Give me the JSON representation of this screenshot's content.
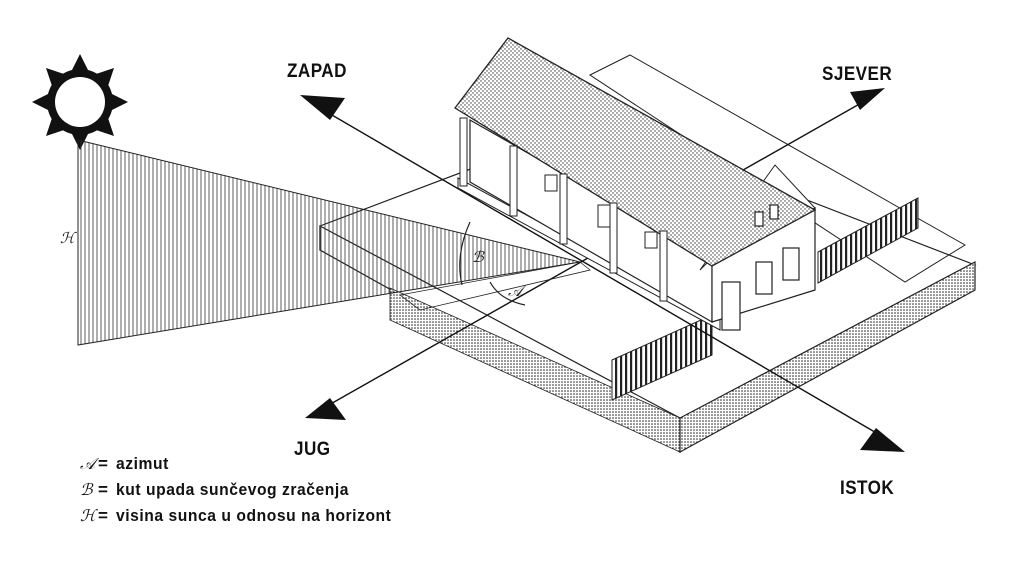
{
  "directions": {
    "west": "ZAPAD",
    "north": "SJEVER",
    "south": "JUG",
    "east": "ISTOK"
  },
  "diagram_symbols": {
    "azimuth": "𝒜",
    "incidence": "ℬ",
    "height": "ℋ"
  },
  "legend": [
    {
      "symbol": "𝒜",
      "equals": "=",
      "text": "azimut"
    },
    {
      "symbol": "ℬ",
      "equals": "=",
      "text": "kut upada sunčevog zračenja"
    },
    {
      "symbol": "ℋ",
      "equals": "=",
      "text": "visina sunca u odnosu na horizont"
    }
  ]
}
